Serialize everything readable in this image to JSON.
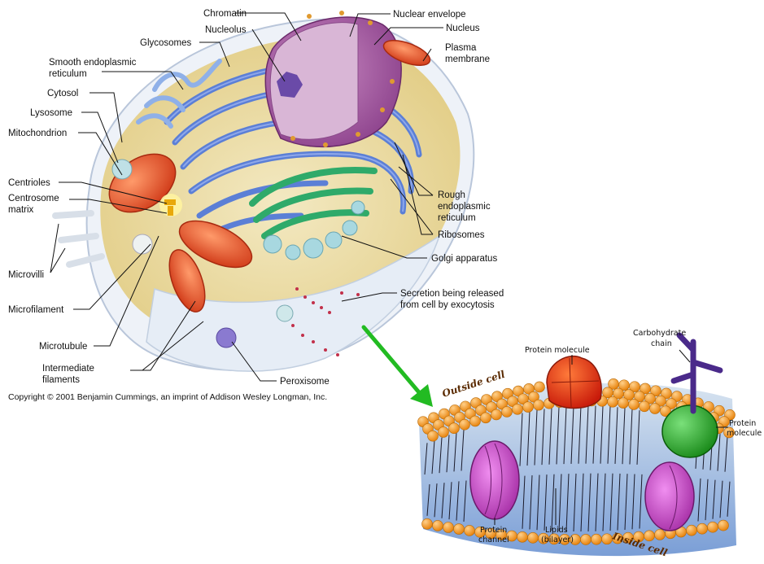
{
  "cell_labels": {
    "chromatin": "Chromatin",
    "nuclear_envelope": "Nuclear envelope",
    "nucleolus": "Nucleolus",
    "nucleus": "Nucleus",
    "glycosomes": "Glycosomes",
    "plasma_membrane_1": "Plasma",
    "plasma_membrane_2": "membrane",
    "smooth_er_1": "Smooth endoplasmic",
    "smooth_er_2": "reticulum",
    "cytosol": "Cytosol",
    "lysosome": "Lysosome",
    "mitochondrion": "Mitochondrion",
    "centrioles": "Centrioles",
    "centrosome_1": "Centrosome",
    "centrosome_2": "matrix",
    "rough_er_1": "Rough",
    "rough_er_2": "endoplasmic",
    "rough_er_3": "reticulum",
    "ribosomes": "Ribosomes",
    "golgi": "Golgi apparatus",
    "microvilli": "Microvilli",
    "secretion_1": "Secretion being released",
    "secretion_2": "from cell by exocytosis",
    "microfilament": "Microfilament",
    "microtubule": "Microtubule",
    "intermediate_1": "Intermediate",
    "intermediate_2": "filaments",
    "peroxisome": "Peroxisome"
  },
  "copyright": "Copyright © 2001 Benjamin Cummings, an imprint of Addison Wesley Longman, Inc.",
  "membrane_labels": {
    "protein_molecule_top": "Protein molecule",
    "carbohydrate_1": "Carbohydrate",
    "carbohydrate_2": "chain",
    "outside_cell": "Outside cell",
    "protein_molecule_right_1": "Protein",
    "protein_molecule_right_2": "molecule",
    "protein_channel_1": "Protein",
    "protein_channel_2": "channel",
    "lipids_1": "Lipids",
    "lipids_2": "(bilayer)",
    "inside_cell": "Inside cell"
  },
  "colors": {
    "arrow": "#22bb22",
    "nucleus": "#b25ba8",
    "er": "#5b7fd6",
    "golgi": "#2faa6a",
    "mitochondria": "#e2542a",
    "cytoplasm": "#e9d89a",
    "lipid_head": "#f39a24",
    "channel": "#c04cc0",
    "protein_red": "#e23a1a",
    "protein_green": "#2aa82a",
    "carbohydrate": "#4a2a8a"
  }
}
